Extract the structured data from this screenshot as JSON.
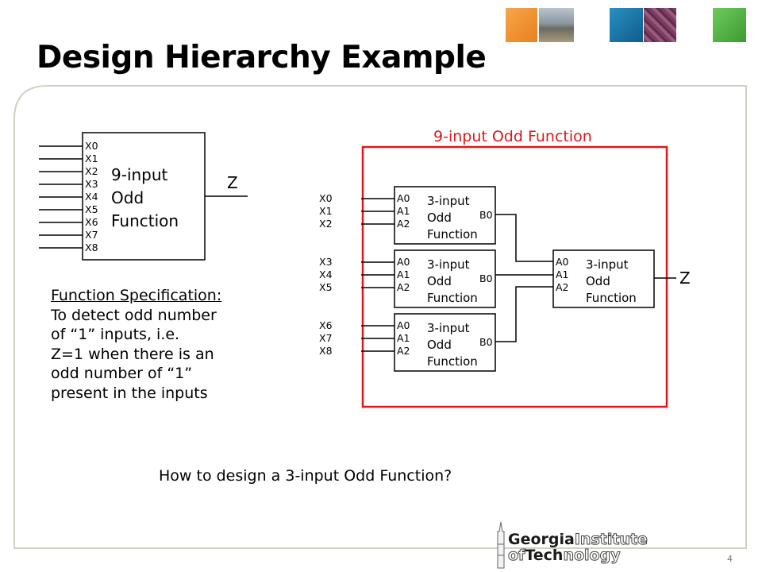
{
  "slide": {
    "title": "Design Hierarchy Example",
    "page_number": "4"
  },
  "left_block": {
    "inputs": [
      "X0",
      "X1",
      "X2",
      "X3",
      "X4",
      "X5",
      "X6",
      "X7",
      "X8"
    ],
    "label_lines": [
      "9-input",
      "Odd",
      "Function"
    ],
    "output": "Z"
  },
  "spec": {
    "heading": "Function Specification:",
    "lines": [
      "To detect odd number",
      "of “1” inputs, i.e.",
      "Z=1 when there is an",
      "odd number of “1”",
      "present in the inputs"
    ]
  },
  "right_diagram": {
    "title": "9-input Odd Function",
    "title_color": "#d9191c",
    "groups": [
      {
        "signals": [
          "X0",
          "X1",
          "X2"
        ]
      },
      {
        "signals": [
          "X3",
          "X4",
          "X5"
        ]
      },
      {
        "signals": [
          "X6",
          "X7",
          "X8"
        ]
      }
    ],
    "block_ports": [
      "A0",
      "A1",
      "A2"
    ],
    "block_output": "B0",
    "block_label_lines": [
      "3-input",
      "Odd",
      "Function"
    ],
    "final_output": "Z"
  },
  "question": "How to design a 3-input Odd Function?",
  "logo": {
    "word1_bold": "Georgia",
    "word1_light": "Institute",
    "word2_light_a": "of",
    "word2_bold": "Tech",
    "word2_light_b": "nology"
  }
}
